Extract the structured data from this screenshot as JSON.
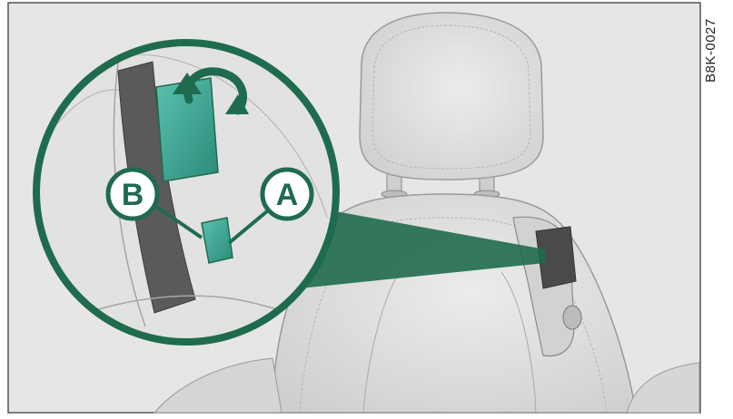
{
  "figure": {
    "code": "B8K-0027",
    "callouts": [
      {
        "id": "A",
        "label": "A"
      },
      {
        "id": "B",
        "label": "B"
      }
    ]
  },
  "colors": {
    "background": "#e6e6e6",
    "frame": "#555555",
    "seat_fill": "#dcdcdc",
    "seat_stroke": "#9a9a9a",
    "accent_green": "#1f6b4e",
    "highlight_teal": "#3aa393",
    "panel_dark": "#4a4a4a"
  },
  "icons": [
    "curved-arrow-icon",
    "callout-a-icon",
    "callout-b-icon"
  ]
}
